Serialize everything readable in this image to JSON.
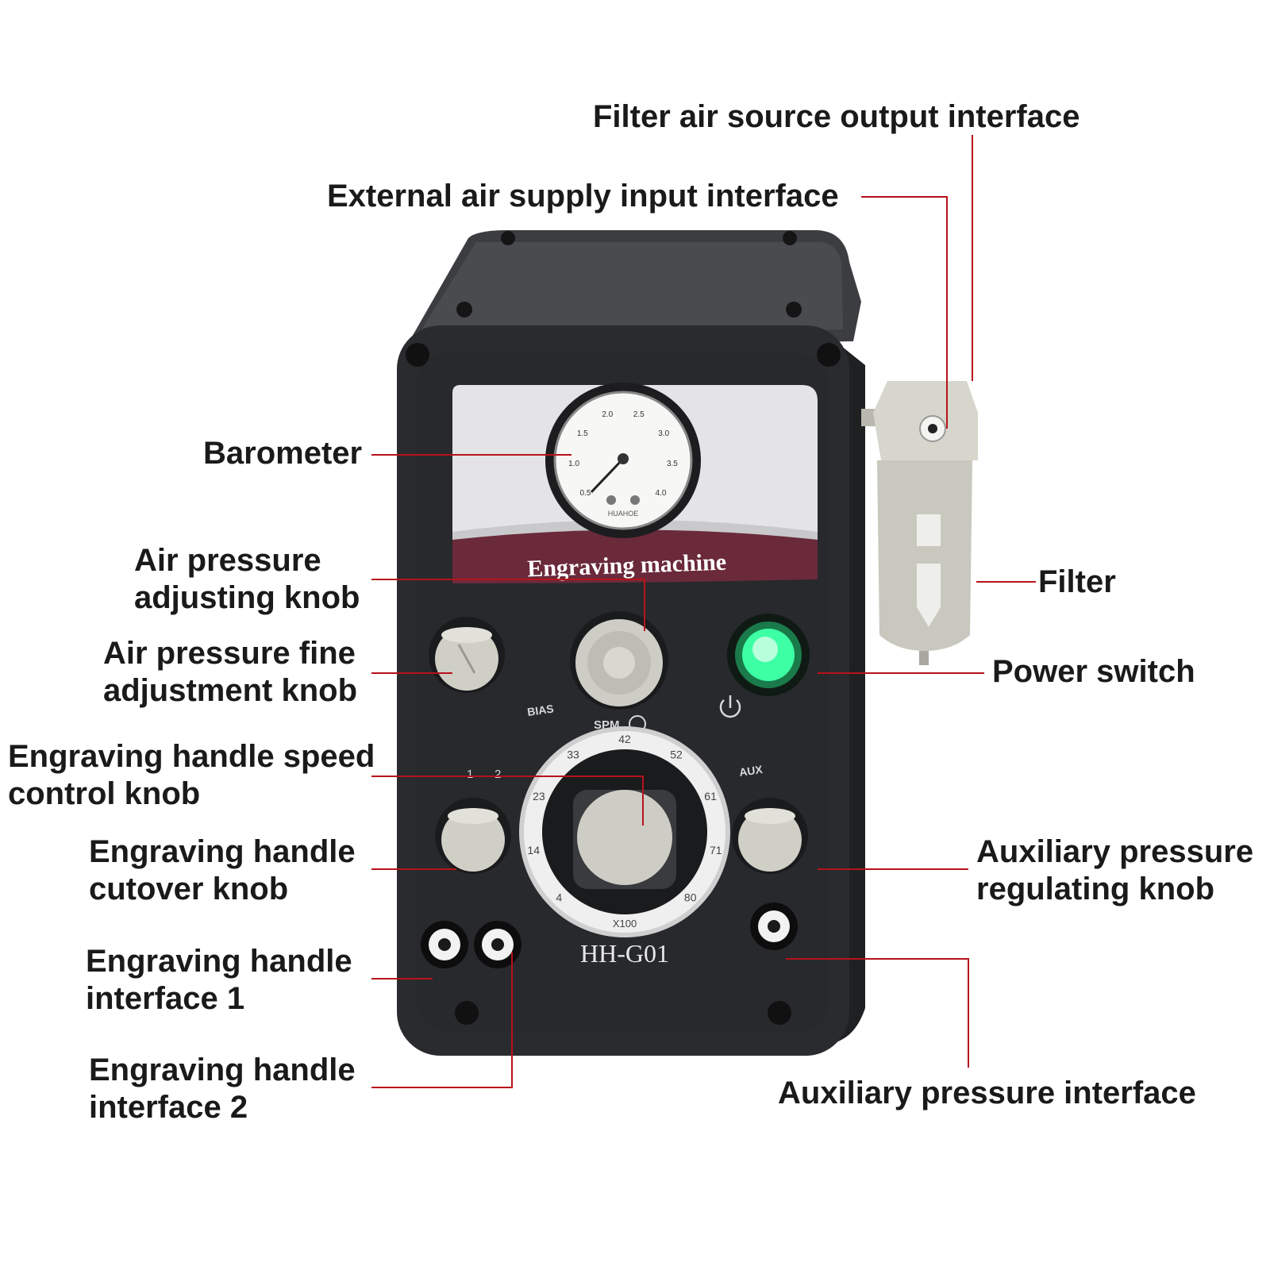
{
  "colors": {
    "leader": "#b8121b",
    "body": "#2d2e30",
    "panel": "#24262a",
    "top_face": "#3a3b3e",
    "plate": "#e6e6e8",
    "band": "#6b2a3b",
    "knob": "#cfcfc6",
    "power_glow": "#3dffa4"
  },
  "labels": {
    "filter_air_output": "Filter air source output interface",
    "external_air_input": "External air supply input interface",
    "barometer": "Barometer",
    "air_pressure_adjusting_1": "Air pressure",
    "air_pressure_adjusting_2": "adjusting knob",
    "filter": "Filter",
    "air_pressure_fine_1": "Air pressure fine",
    "air_pressure_fine_2": "adjustment knob",
    "power_switch": "Power switch",
    "speed_control_1": "Engraving handle speed",
    "speed_control_2": "control knob",
    "cutover_1": "Engraving handle",
    "cutover_2": "cutover knob",
    "aux_regulating_1": "Auxiliary pressure",
    "aux_regulating_2": "regulating knob",
    "handle_if1_1": "Engraving handle",
    "handle_if1_2": "interface 1",
    "handle_if2_1": "Engraving handle",
    "handle_if2_2": "interface 2",
    "aux_interface": "Auxiliary pressure interface"
  },
  "machine": {
    "band_text": "Engraving machine",
    "model": "HH-G01",
    "bias": "BIAS",
    "spm": "SPM",
    "aux": "AUX",
    "handle_1": "1",
    "handle_2": "2",
    "dial_multiplier": "X100",
    "dial_ticks": [
      "4",
      "14",
      "23",
      "33",
      "42",
      "52",
      "61",
      "71",
      "80"
    ],
    "gauge_ticks": [
      "0.5",
      "1.0",
      "1.5",
      "2.0",
      "2.5",
      "3.0",
      "3.5",
      "4.0"
    ],
    "gauge_brand": "HUAHOE"
  }
}
